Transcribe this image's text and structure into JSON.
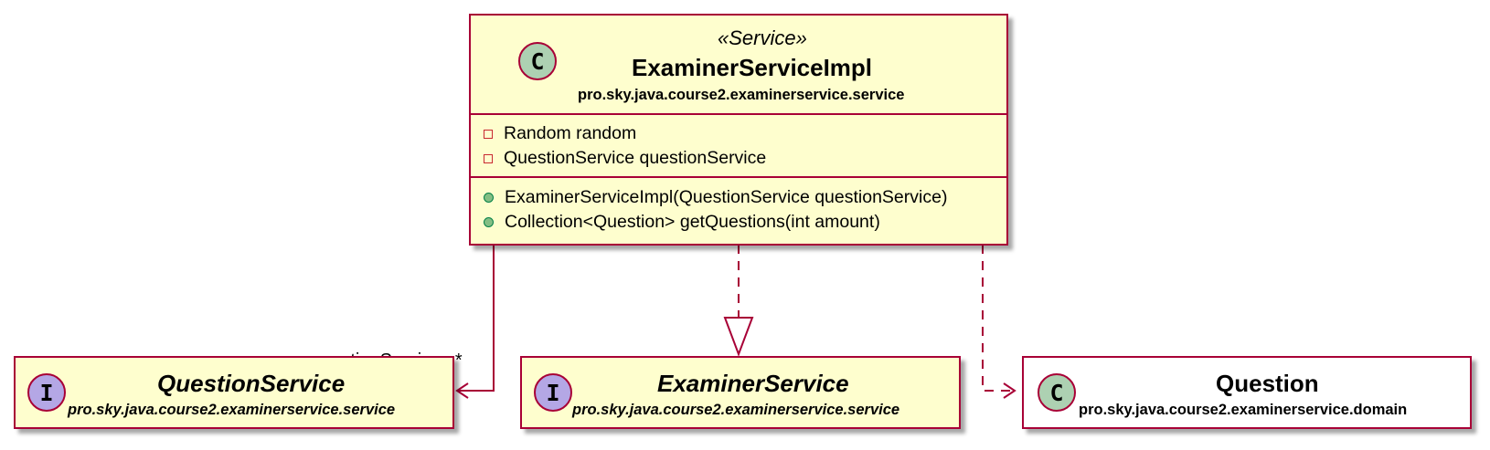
{
  "classes": {
    "examiner_service_impl": {
      "badge": "C",
      "stereotype": "«Service»",
      "name": "ExaminerServiceImpl",
      "package": "pro.sky.java.course2.examinerservice.service",
      "fields": [
        {
          "visibility": "private",
          "text": "Random random"
        },
        {
          "visibility": "private",
          "text": "QuestionService questionService"
        }
      ],
      "methods": [
        {
          "visibility": "public",
          "text": "ExaminerServiceImpl(QuestionService questionService)"
        },
        {
          "visibility": "public",
          "text": "Collection<Question> getQuestions(int amount)"
        }
      ]
    },
    "question_service": {
      "badge": "I",
      "name": "QuestionService",
      "package": "pro.sky.java.course2.examinerservice.service"
    },
    "examiner_service": {
      "badge": "I",
      "name": "ExaminerService",
      "package": "pro.sky.java.course2.examinerservice.service"
    },
    "question": {
      "badge": "C",
      "name": "Question",
      "package": "pro.sky.java.course2.examinerservice.domain"
    }
  },
  "relations": {
    "association_label": "questionServices",
    "association_multiplicity": "*"
  },
  "colors": {
    "border": "#a80036",
    "class_fill": "#fefece",
    "class_badge": "#add1b2",
    "interface_badge": "#b4a7e5"
  }
}
